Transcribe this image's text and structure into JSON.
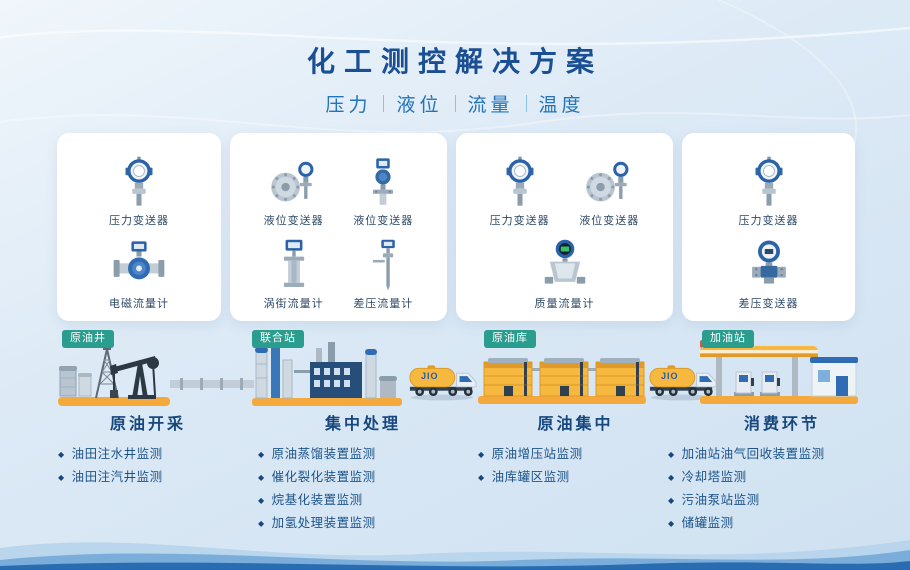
{
  "header": {
    "title": "化工测控解决方案",
    "subtitle_parts": [
      "压力",
      "液位",
      "流量",
      "温度"
    ]
  },
  "cards": [
    {
      "rows": [
        [
          {
            "icon": "pressure-transmitter",
            "label": "压力变送器"
          }
        ],
        [
          {
            "icon": "electromagnetic-flowmeter",
            "label": "电磁流量计"
          }
        ]
      ]
    },
    {
      "rows": [
        [
          {
            "icon": "level-transmitter",
            "label": "液位变送器"
          },
          {
            "icon": "level-transmitter-flange",
            "label": "液位变送器"
          }
        ],
        [
          {
            "icon": "vortex-flowmeter",
            "label": "涡街流量计"
          },
          {
            "icon": "differential-pressure-flowmeter",
            "label": "差压流量计"
          }
        ]
      ]
    },
    {
      "rows": [
        [
          {
            "icon": "pressure-transmitter",
            "label": "压力变送器"
          },
          {
            "icon": "level-transmitter",
            "label": "液位变送器"
          }
        ],
        [
          {
            "icon": "mass-flowmeter",
            "label": "质量流量计"
          }
        ]
      ]
    },
    {
      "rows": [
        [
          {
            "icon": "pressure-transmitter",
            "label": "压力变送器"
          }
        ],
        [
          {
            "icon": "differential-pressure-transmitter",
            "label": "差压变送器"
          }
        ]
      ]
    }
  ],
  "flow": {
    "truck_label": "JIO",
    "stages": [
      {
        "tag": "原油井",
        "title": "原油开采",
        "items": [
          "油田注水井监测",
          "油田注汽井监测"
        ]
      },
      {
        "tag": "联合站",
        "title": "集中处理",
        "items": [
          "原油蒸馏装置监测",
          "催化裂化装置监测",
          "烷基化装置监测",
          "加氢处理装置监测"
        ]
      },
      {
        "tag": "原油库",
        "title": "原油集中",
        "items": [
          "原油增压站监测",
          "油库罐区监测"
        ]
      },
      {
        "tag": "加油站",
        "title": "消费环节",
        "items": [
          "加油站油气回收装置监测",
          "冷却塔监测",
          "污油泵站监测",
          "储罐监测"
        ]
      }
    ]
  },
  "ui": {
    "bullet": "◆"
  },
  "colors": {
    "title_blue": "#1a4f93",
    "subtitle_blue": "#2273b9",
    "tag_teal": "#2a9d8f",
    "stage_text_blue": "#16477e",
    "accent_yellow": "#f6b83f",
    "instrument_blue": "#2b62a8",
    "background_blue": "#d9e7f4"
  }
}
